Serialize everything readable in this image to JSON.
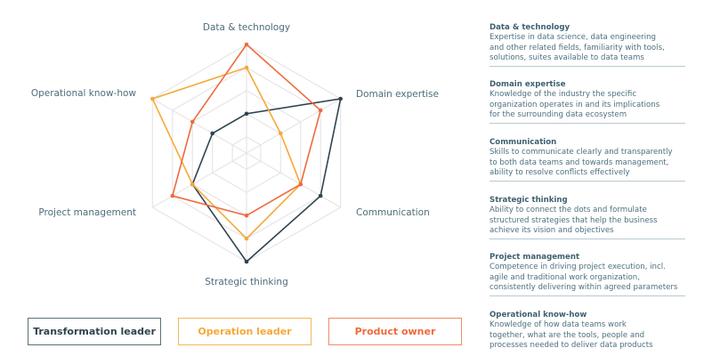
{
  "chart_data": {
    "type": "radar",
    "axes": [
      "Data & technology",
      "Domain expertise",
      "Communication",
      "Strategic thinking",
      "Project management",
      "Operational know-how"
    ],
    "scale": {
      "min": 0,
      "max": 4,
      "rings": 5
    },
    "series": [
      {
        "name": "Transformation leader",
        "color": "#2f4450",
        "values": [
          1,
          4,
          3,
          4,
          2,
          1
        ]
      },
      {
        "name": "Operation leader",
        "color": "#f5a93a",
        "values": [
          3,
          1,
          2,
          3,
          2,
          4
        ]
      },
      {
        "name": "Product owner",
        "color": "#ee6a3d",
        "values": [
          4,
          3,
          2,
          2,
          3,
          2
        ]
      }
    ],
    "legend_position": "bottom"
  },
  "descriptions": [
    {
      "title": "Data & technology",
      "lines": [
        "Expertise in data science, data engineering",
        "and other related fields, familiarity with tools,",
        "solutions, suites available to data teams"
      ]
    },
    {
      "title": "Domain expertise",
      "lines": [
        "Knowledge of the industry the specific",
        "organization operates in and its implications",
        "for the surrounding data ecosystem"
      ]
    },
    {
      "title": "Communication",
      "lines": [
        "Skills to communicate clearly and transparently",
        "to both data teams and towards management,",
        "ability to resolve conflicts effectively"
      ]
    },
    {
      "title": "Strategic thinking",
      "lines": [
        "Ability to connect the dots and formulate",
        "structured strategies that help the business",
        "achieve its vision and objectives"
      ]
    },
    {
      "title": "Project management",
      "lines": [
        "Competence in driving project execution, incl.",
        "agile and traditional work organization,",
        "consistently delivering within agreed parameters"
      ]
    },
    {
      "title": "Operational know-how",
      "lines": [
        "Knowledge of how data teams work",
        "together, what are the tools, people and",
        "processes needed to deliver data products"
      ]
    }
  ]
}
